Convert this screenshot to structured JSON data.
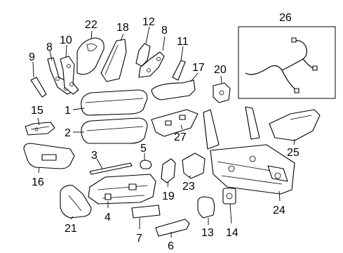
{
  "callouts": [
    {
      "id": "c1",
      "text": "1"
    },
    {
      "id": "c2",
      "text": "2"
    },
    {
      "id": "c3",
      "text": "3"
    },
    {
      "id": "c4",
      "text": "4"
    },
    {
      "id": "c5",
      "text": "5"
    },
    {
      "id": "c6",
      "text": "6"
    },
    {
      "id": "c7",
      "text": "7"
    },
    {
      "id": "c8a",
      "text": "8"
    },
    {
      "id": "c8b",
      "text": "8"
    },
    {
      "id": "c9",
      "text": "9"
    },
    {
      "id": "c10",
      "text": "10"
    },
    {
      "id": "c11",
      "text": "11"
    },
    {
      "id": "c12",
      "text": "12"
    },
    {
      "id": "c13",
      "text": "13"
    },
    {
      "id": "c14",
      "text": "14"
    },
    {
      "id": "c15",
      "text": "15"
    },
    {
      "id": "c16",
      "text": "16"
    },
    {
      "id": "c17",
      "text": "17"
    },
    {
      "id": "c18",
      "text": "18"
    },
    {
      "id": "c19",
      "text": "19"
    },
    {
      "id": "c20",
      "text": "20"
    },
    {
      "id": "c21",
      "text": "21"
    },
    {
      "id": "c22",
      "text": "22"
    },
    {
      "id": "c23",
      "text": "23"
    },
    {
      "id": "c24",
      "text": "24"
    },
    {
      "id": "c25",
      "text": "25"
    },
    {
      "id": "c26",
      "text": "26"
    },
    {
      "id": "c27",
      "text": "27"
    }
  ]
}
